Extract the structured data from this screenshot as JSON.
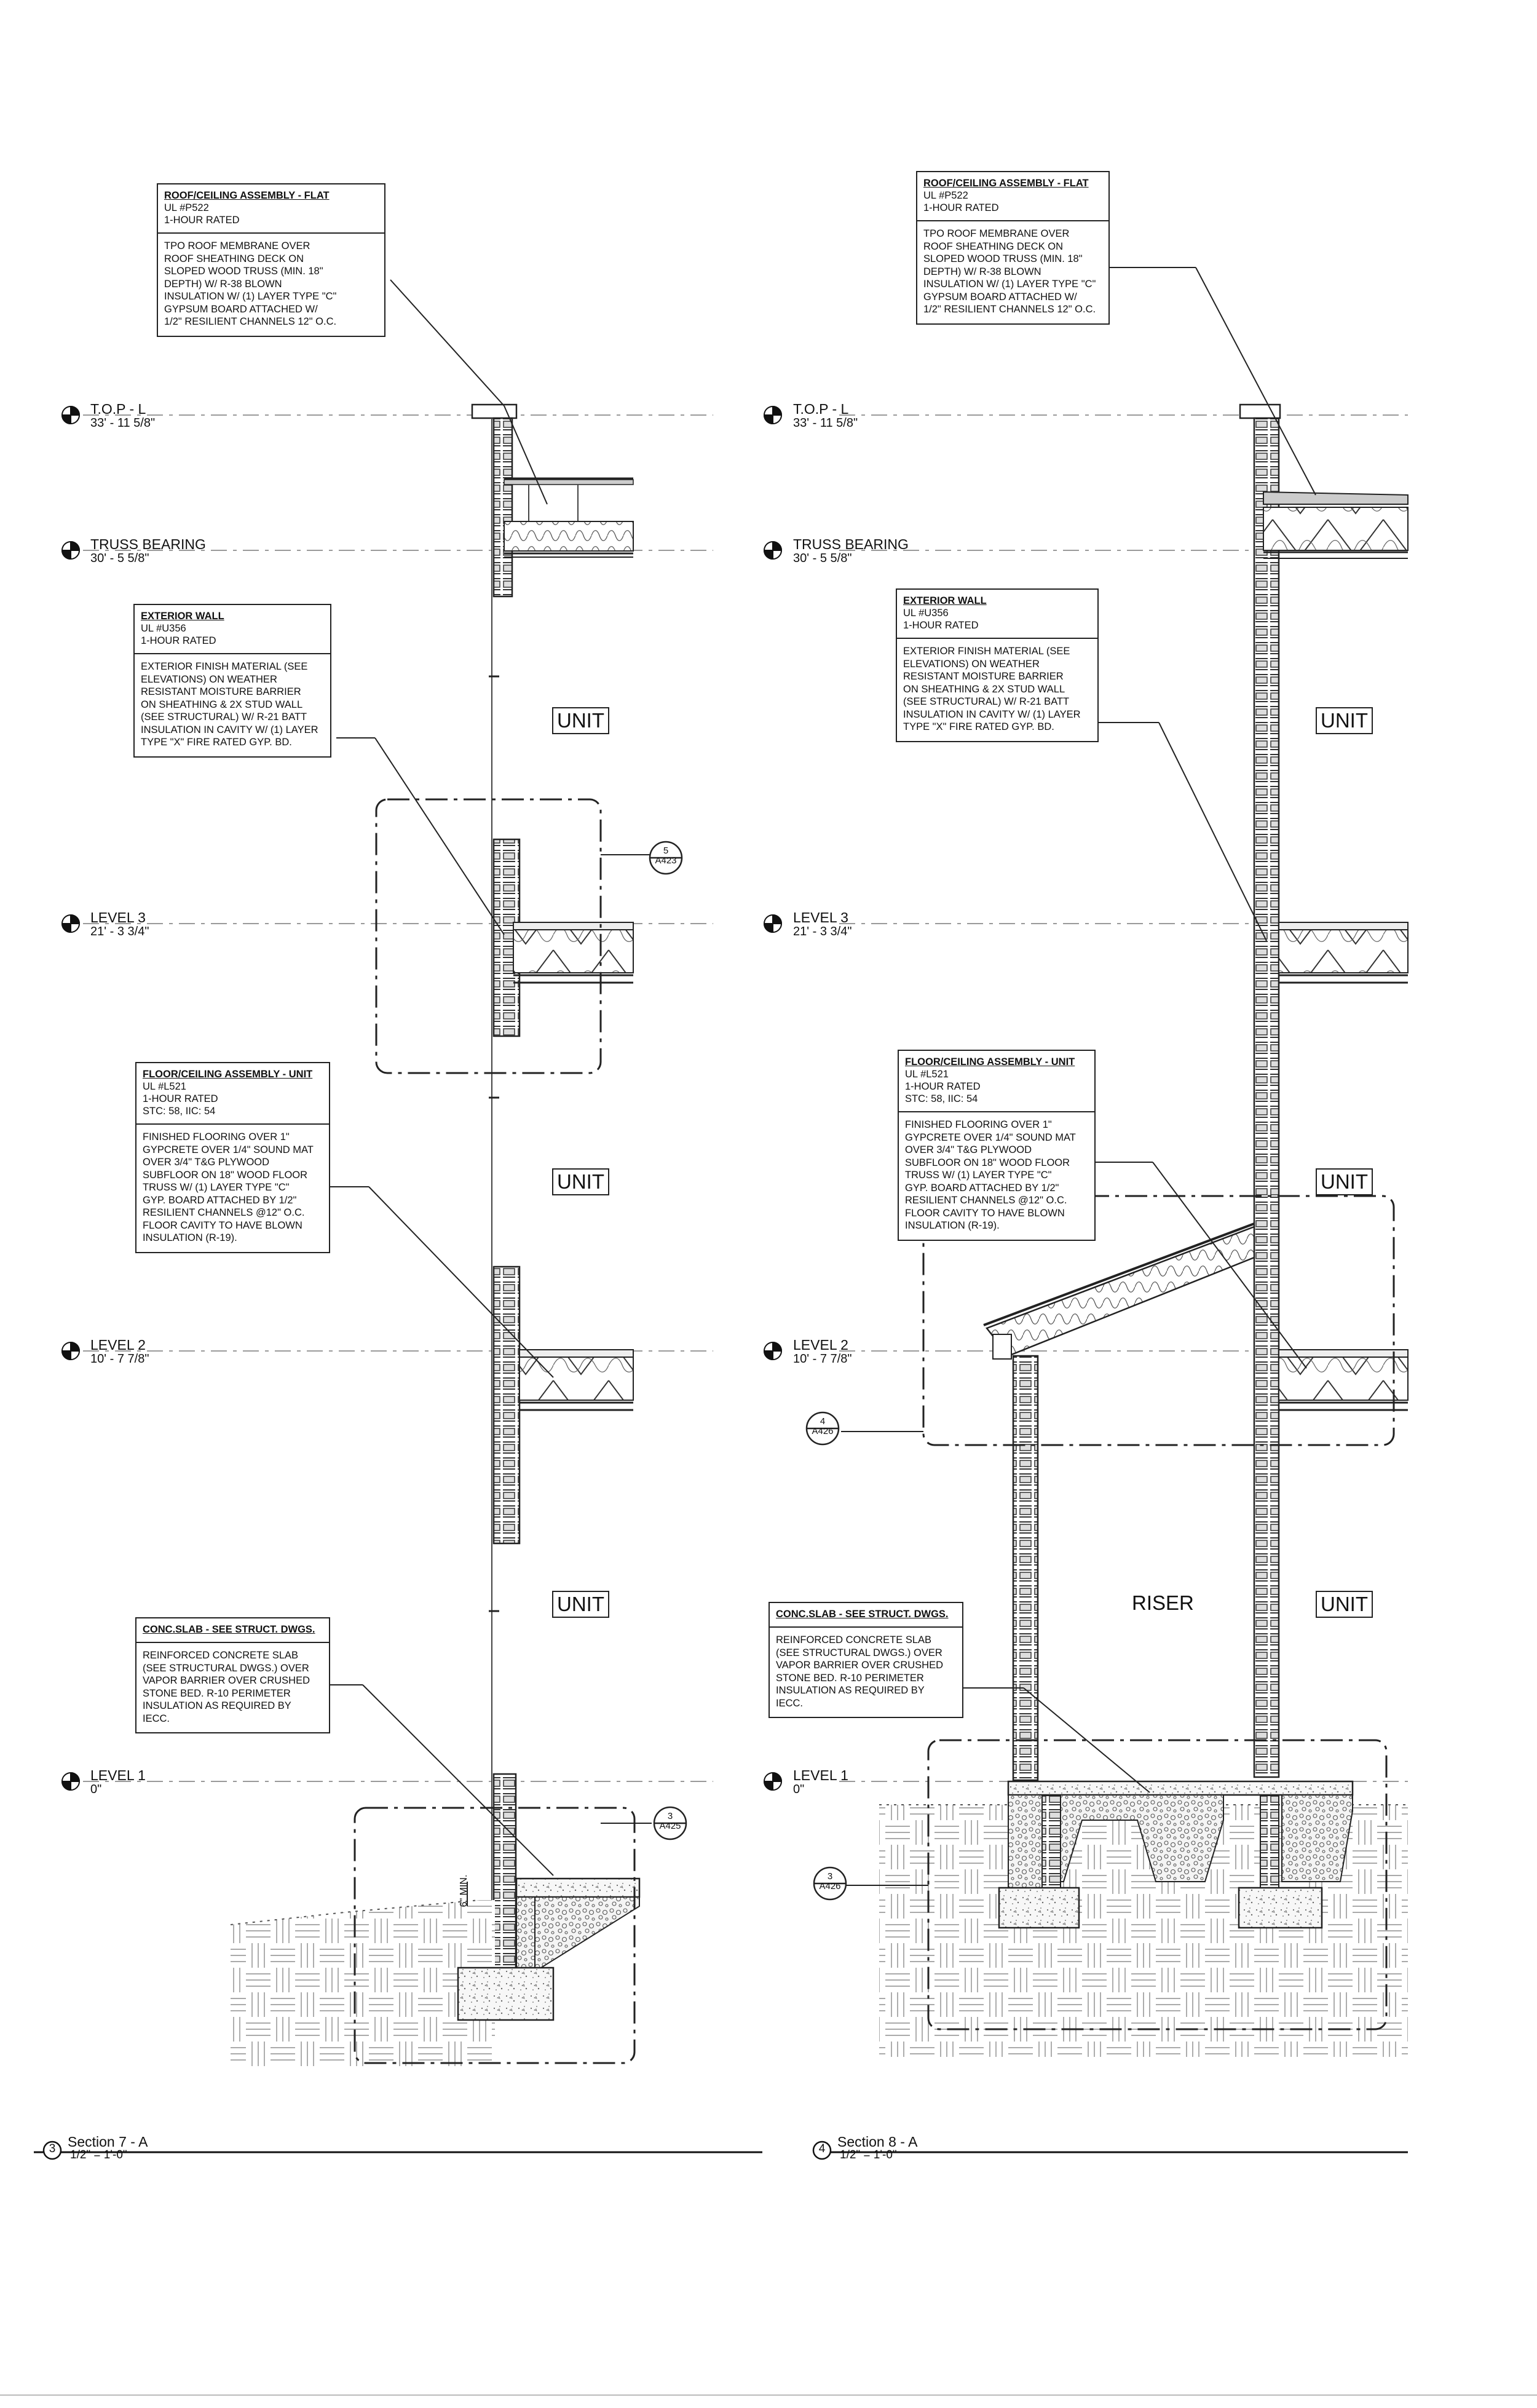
{
  "sections": [
    {
      "number": "3",
      "title": "Section 7 - A",
      "scale": "1/2\" = 1'-0\"",
      "rooms": [
        "UNIT",
        "UNIT",
        "UNIT"
      ],
      "callouts": [
        {
          "number": "5",
          "sheet": "A423"
        },
        {
          "number": "3",
          "sheet": "A425"
        }
      ],
      "dimension": "6\" MIN."
    },
    {
      "number": "4",
      "title": "Section 8 - A",
      "scale": "1/2\" = 1'-0\"",
      "rooms": [
        "UNIT",
        "UNIT",
        "UNIT",
        "RISER"
      ],
      "callouts": [
        {
          "number": "4",
          "sheet": "A426"
        },
        {
          "number": "3",
          "sheet": "A426"
        }
      ]
    }
  ],
  "levels": [
    {
      "name": "T.O.P - L",
      "elevation": "33' - 11 5/8\""
    },
    {
      "name": "TRUSS BEARING",
      "elevation": "30' - 5 5/8\""
    },
    {
      "name": "LEVEL 3",
      "elevation": "21' - 3 3/4\""
    },
    {
      "name": "LEVEL 2",
      "elevation": "10' - 7 7/8\""
    },
    {
      "name": "LEVEL 1",
      "elevation": "0\""
    }
  ],
  "notes": {
    "roof": {
      "title": "ROOF/CEILING ASSEMBLY - FLAT",
      "lines": [
        "UL #P522",
        "1-HOUR RATED"
      ],
      "body": "TPO ROOF MEMBRANE OVER\nROOF SHEATHING DECK ON\nSLOPED WOOD TRUSS (MIN. 18\"\nDEPTH) W/ R-38 BLOWN\nINSULATION W/ (1) LAYER TYPE \"C\"\nGYPSUM BOARD ATTACHED W/\n1/2\" RESILIENT CHANNELS 12\" O.C."
    },
    "wall": {
      "title": "EXTERIOR WALL",
      "lines": [
        "UL #U356",
        "1-HOUR RATED"
      ],
      "body": "EXTERIOR FINISH MATERIAL (SEE\nELEVATIONS) ON WEATHER\nRESISTANT MOISTURE BARRIER\nON SHEATHING & 2X STUD WALL\n(SEE STRUCTURAL) W/ R-21 BATT\nINSULATION IN CAVITY W/ (1) LAYER\nTYPE \"X\" FIRE RATED GYP. BD."
    },
    "floor": {
      "title": "FLOOR/CEILING ASSEMBLY - UNIT",
      "lines": [
        "UL #L521",
        "1-HOUR RATED",
        "STC: 58, IIC: 54"
      ],
      "body": "FINISHED FLOORING OVER 1\"\nGYPCRETE OVER 1/4\" SOUND MAT\nOVER 3/4\" T&G PLYWOOD\nSUBFLOOR ON 18\" WOOD FLOOR\nTRUSS W/ (1) LAYER TYPE \"C\"\nGYP. BOARD ATTACHED BY 1/2\"\nRESILIENT CHANNELS @12\" O.C.\nFLOOR CAVITY TO HAVE BLOWN\nINSULATION (R-19)."
    },
    "slab": {
      "title": "CONC.SLAB - SEE STRUCT. DWGS.",
      "lines": [],
      "body": "REINFORCED CONCRETE SLAB\n(SEE STRUCTURAL DWGS.) OVER\nVAPOR BARRIER OVER CRUSHED\nSTONE BED. R-10 PERIMETER\nINSULATION AS REQUIRED BY\nIECC."
    }
  }
}
